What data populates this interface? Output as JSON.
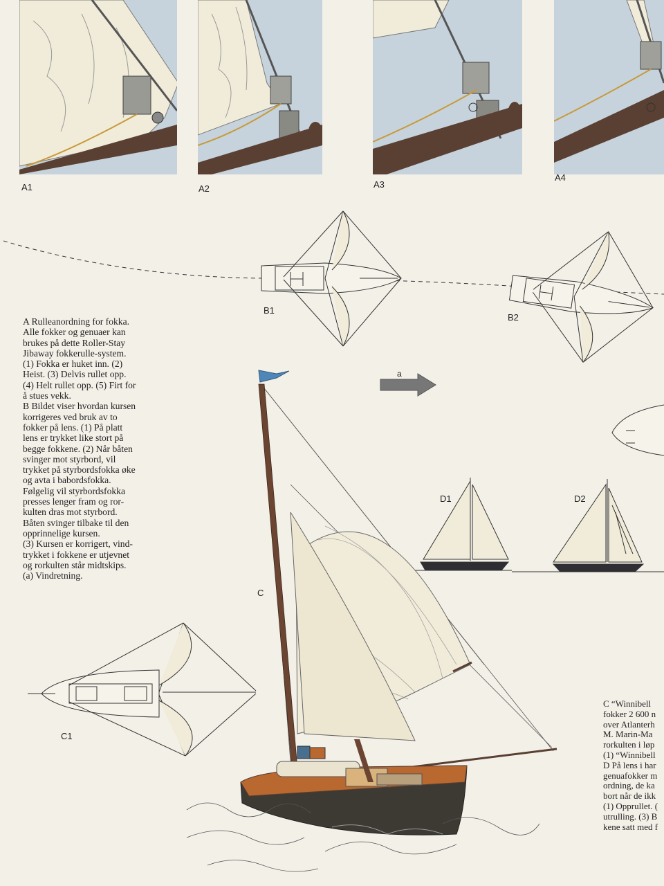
{
  "labels": {
    "A1": "A1",
    "A2": "A2",
    "A3": "A3",
    "A4": "A4",
    "B1": "B1",
    "B2": "B2",
    "C": "C",
    "C1": "C1",
    "D1": "D1",
    "D2": "D2",
    "wind": "a"
  },
  "text_left": [
    "A Rulleanordning for fokka.",
    "Alle fokker og genuaer kan",
    "brukes på dette Roller-Stay",
    "Jibaway fokkerulle-system.",
    "(1) Fokka er huket inn. (2)",
    "Heist. (3) Delvis rullet opp.",
    "(4) Helt rullet opp. (5) Firt for",
    "å stues vekk.",
    "B Bildet viser hvordan kursen",
    "korrigeres ved bruk av to",
    "fokker på lens. (1) På platt",
    "lens er trykket like stort på",
    "begge fokkene. (2) Når båten",
    "svinger mot styrbord, vil",
    "trykket på styrbordsfokka øke",
    "og avta i babordsfokka.",
    "Følgelig vil styrbordsfokka",
    "presses lenger fram og ror-",
    "kulten dras mot styrbord.",
    "Båten svinger tilbake til den",
    "opprinnelige kursen.",
    "(3) Kursen er korrigert, vind-",
    "trykket i fokkene er utjevnet",
    "og rorkulten står midtskips.",
    "(a) Vindretning."
  ],
  "text_right": [
    "C “Winnibell",
    "fokker 2 600 n",
    "over Atlanterh",
    "M. Marin-Ma",
    "rorkulten i løp",
    "(1) “Winnibell",
    "D På lens i har",
    "genuafokker m",
    "ordning, de ka",
    "bort når de ikk",
    "(1) Opprullet. (",
    "utrulling. (3) B",
    "kene satt med f"
  ],
  "colors": {
    "sky": "#c6d3dc",
    "sail": "#f1ecd9",
    "spar": "#5a3f33",
    "hull_dark": "#3d3a33",
    "hull_wood": "#b9682f",
    "pennant": "#4f86b8",
    "text": "#222222"
  }
}
